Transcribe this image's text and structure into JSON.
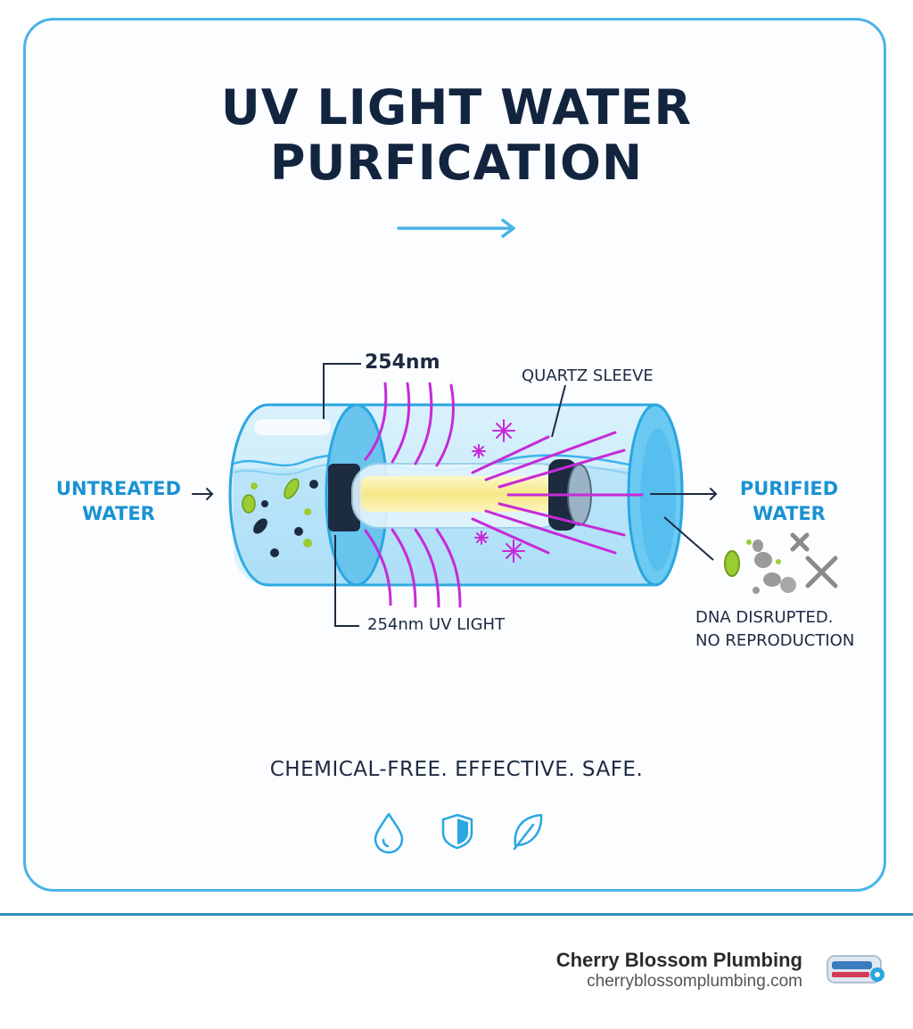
{
  "title": {
    "line1": "UV LIGHT WATER",
    "line2": "PURFICATION"
  },
  "labels": {
    "untreated": {
      "line1": "UNTREATED",
      "line2": "WATER"
    },
    "purified": {
      "line1": "PURIFIED",
      "line2": "WATER"
    },
    "wavelength_top": "254nm",
    "quartz_sleeve": "QUARTZ SLEEVE",
    "uv_light": "254nm UV LIGHT",
    "result_line1": "DNA DISRUPTED.",
    "result_line2": "NO REPRODUCTION"
  },
  "tagline": "CHEMICAL-FREE. EFFECTIVE. SAFE.",
  "icons": [
    "water-drop-icon",
    "shield-icon",
    "leaf-icon"
  ],
  "footer": {
    "brand": "Cherry Blossom Plumbing",
    "url": "cherryblossomplumbing.com"
  },
  "colors": {
    "border": "#4ab3e8",
    "title": "#13243f",
    "accent_blue": "#1a92d2",
    "uv_purple": "#c62ad8",
    "lamp_yellow": "#f8ef9a",
    "microbe_green": "#9acd32"
  }
}
